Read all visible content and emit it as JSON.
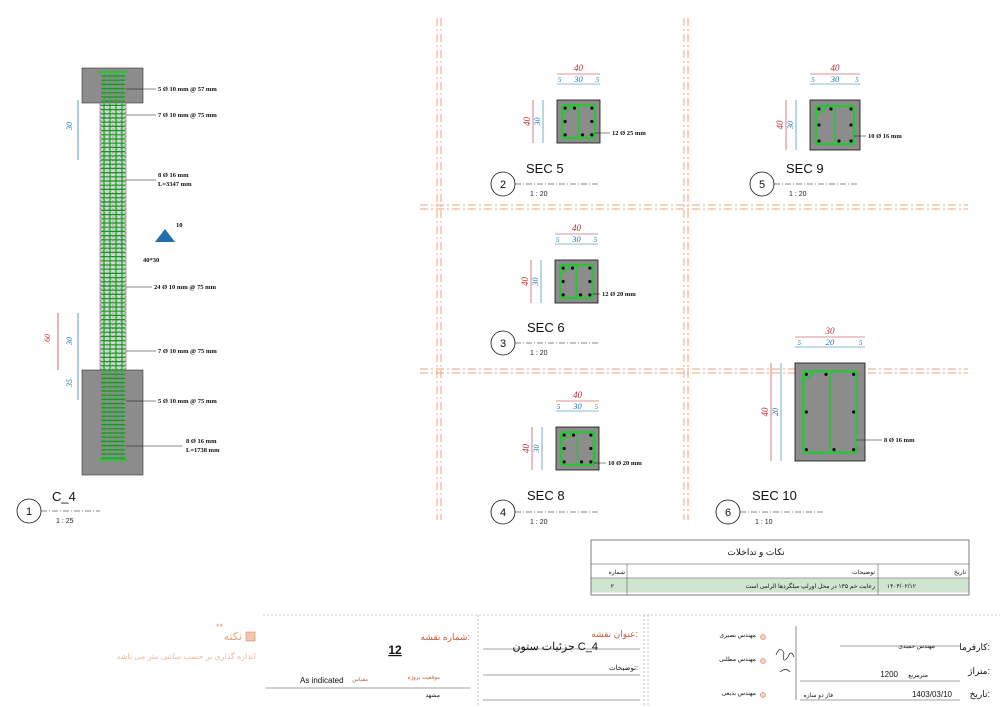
{
  "column": {
    "name": "C_4",
    "number": "1",
    "scale": "1 : 25",
    "dims": [
      "30",
      "60",
      "30",
      "35"
    ],
    "callouts": [
      "5 Ø 10 mm @ 57 mm",
      "7 Ø 10 mm @ 75 mm",
      "8 Ø 16 mm",
      "L=3347 mm",
      "24 Ø 10 mm @ 75 mm",
      "7 Ø 10 mm @ 75 mm",
      "5 Ø 10 mm @ 75 mm",
      "8 Ø 16 mm",
      "L=1738 mm"
    ],
    "level_mark": "10",
    "section_size": "40*30"
  },
  "sections": [
    {
      "title": "SEC 5",
      "number": "2",
      "scale": "1 : 20",
      "width": "40",
      "subdims": [
        "5",
        "30",
        "5"
      ],
      "depth": "40",
      "callout": "12 Ø 25 mm"
    },
    {
      "title": "SEC 9",
      "number": "5",
      "scale": "1 : 20",
      "width": "40",
      "subdims": [
        "5",
        "30",
        "5"
      ],
      "depth": "40",
      "callout": "10 Ø 16 mm"
    },
    {
      "title": "SEC 6",
      "number": "3",
      "scale": "1 : 20",
      "width": "40",
      "subdims": [
        "5",
        "30",
        "5"
      ],
      "depth": "40",
      "callout": "12 Ø 20 mm"
    },
    {
      "title": "SEC 8",
      "number": "4",
      "scale": "1 : 20",
      "width": "40",
      "subdims": [
        "5",
        "30",
        "5"
      ],
      "depth": "40",
      "callout": "10 Ø 20 mm"
    },
    {
      "title": "SEC 10",
      "number": "6",
      "scale": "1 : 10",
      "width": "30",
      "subdims": [
        "5",
        "20",
        "5"
      ],
      "depth": "40",
      "callout": "8 Ø 16 mm"
    }
  ],
  "notes_table": {
    "title": "نکات و تداخلات",
    "headers": {
      "date": "تاریخ",
      "desc": "توضیحات",
      "num": "شماره"
    },
    "row": {
      "date": "۱۴۰۴/۰۲/۱۲",
      "desc": "رعایت خم ۱۳۵ در محل اورلپ میلگردها الزامی است",
      "num": "۲"
    }
  },
  "note": {
    "title": "نکته",
    "text": "اندازه گذاری بر حسب سانتی متر می باشد"
  },
  "title_block": {
    "sheet_number_label": "شماره نقشه:",
    "sheet_number": "12",
    "drawing_title_label": "عنوان نقشه:",
    "drawing_title": "جزئیات ستون C_4",
    "description_label": "توضیحات:",
    "scale_label": "مقیاس",
    "scale_value": "As indicated",
    "location_label": "موقعیت پروژه",
    "location_value": "مشهد",
    "engineers": [
      "مهندس بصیری",
      "مهندس مطلبی",
      "مهندس بدیعی"
    ],
    "client_label": "کارفرما:",
    "client_value": "مهندس حمیدی",
    "area_label": "متراژ:",
    "area_value": "1200",
    "area_unit": "مترمربع",
    "date_label": "تاریخ:",
    "date_value": "1403/03/10",
    "phase_value": "فاز دو سازه"
  },
  "colors": {
    "grid": "#f2a27a",
    "concrete": "#8c8c8c",
    "rebar": "#2bc437",
    "dim_blue": "#1a73b8",
    "dim_red": "#c0272d",
    "level_marker": "#1f6fae",
    "table_row": "#cfe5cf"
  }
}
